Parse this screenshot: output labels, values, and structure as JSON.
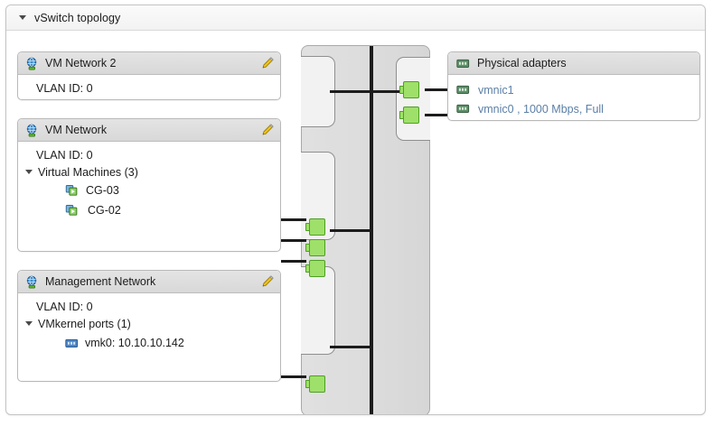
{
  "panel": {
    "title": "vSwitch topology",
    "twisty_icon": "caret-down-icon"
  },
  "port_groups": [
    {
      "id": "vm-network-2",
      "name": "VM Network 2",
      "icon": "network-globe-icon",
      "edit_icon": "pencil-icon",
      "vlan_label": "VLAN ID: 0",
      "children_group": null,
      "children": []
    },
    {
      "id": "vm-network",
      "name": "VM Network",
      "icon": "network-globe-icon",
      "edit_icon": "pencil-icon",
      "vlan_label": "VLAN ID: 0",
      "children_group": "Virtual Machines (3)",
      "children": [
        {
          "label": "CG-03",
          "icon": "virtual-machine-icon"
        },
        {
          "label": "CG-02",
          "icon": "virtual-machine-icon"
        }
      ]
    },
    {
      "id": "management-network",
      "name": "Management Network",
      "icon": "network-globe-icon",
      "edit_icon": "pencil-icon",
      "vlan_label": "VLAN ID: 0",
      "children_group": "VMkernel ports (1)",
      "children": [
        {
          "label": "vmk0: 10.10.10.142",
          "icon": "vmkernel-nic-icon"
        }
      ]
    }
  ],
  "physical_adapters": {
    "title": "Physical adapters",
    "icon": "physical-nic-icon",
    "items": [
      {
        "label": "vmnic1",
        "icon": "physical-nic-icon"
      },
      {
        "label": "vmnic0 , 1000 Mbps, Full",
        "icon": "physical-nic-icon"
      }
    ]
  },
  "colors": {
    "panel_border": "#c3c3c3",
    "card_header_gradient_top": "#e4e4e4",
    "card_header_gradient_bottom": "#d8d8d8",
    "switch_body": "#dcdcdc",
    "wire": "#1c1c1c",
    "port_green_fill": "#9fe06a",
    "port_green_border": "#4e9f25",
    "link_text": "#5b7fa6",
    "text": "#1b1b1b"
  }
}
